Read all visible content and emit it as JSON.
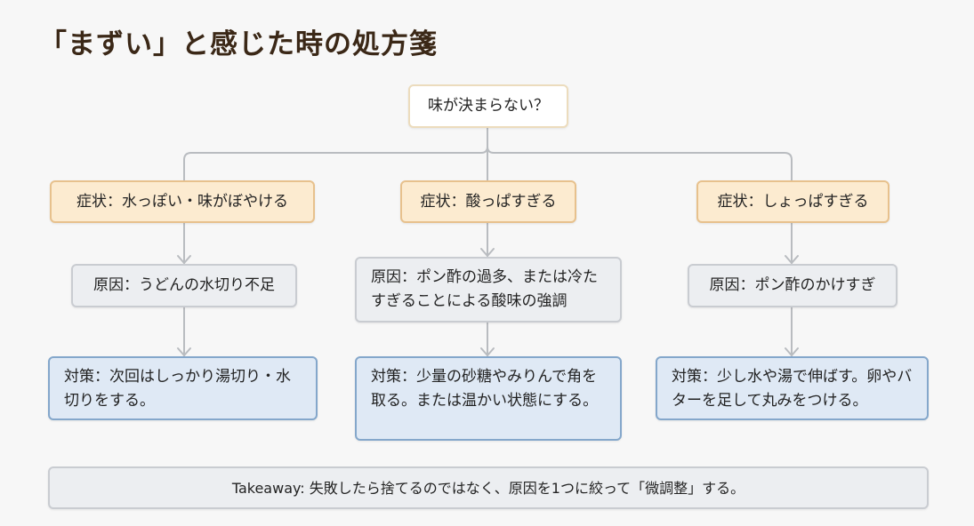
{
  "title": "「まずい」と感じた時の処方箋",
  "root": {
    "label": "味が決まらない？"
  },
  "branches": [
    {
      "symptom": "症状：水っぽい・味がぼやける",
      "cause": "原因：うどんの水切り不足",
      "fix": "対策：次回はしっかり湯切り・水切りをする。"
    },
    {
      "symptom": "症状：酸っぱすぎる",
      "cause": "原因：ポン酢の過多、または冷たすぎることによる酸味の強調",
      "fix": "対策：少量の砂糖やみりんで角を取る。または温かい状態にする。"
    },
    {
      "symptom": "症状：しょっぱすぎる",
      "cause": "原因：ポン酢のかけすぎ",
      "fix": "対策：少し水や湯で伸ばす。卵やバターを足して丸みをつける。"
    }
  ],
  "takeaway": "Takeaway: 失敗したら捨てるのではなく、原因を1つに絞って「微調整」する。",
  "colors": {
    "title": "#3b2817",
    "symptom_fill": "#fcebd0",
    "symptom_border": "#e7c18d",
    "cause_fill": "#eceef1",
    "cause_border": "#c9ccd1",
    "fix_fill": "#dfe9f5",
    "fix_border": "#84a7cb",
    "connector": "#b9bcc0"
  }
}
